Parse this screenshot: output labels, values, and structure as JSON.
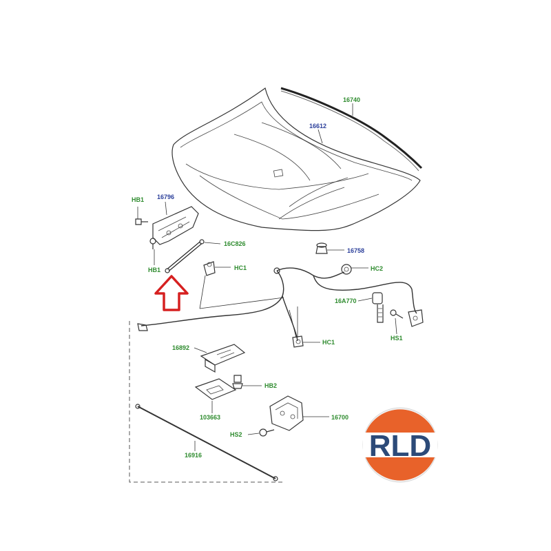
{
  "labels": {
    "hood_seal": "16740",
    "hood": "16612",
    "hood_bumper": "16758",
    "hinge": "16796",
    "hb1_top": "HB1",
    "hb1_bottom": "HB1",
    "strut": "16C826",
    "hc1_top": "HC1",
    "hc2": "HC2",
    "actuator": "16A770",
    "hs1": "HS1",
    "hc1_bottom": "HC1",
    "latch": "16892",
    "hb2": "HB2",
    "striker_plate": "103663",
    "latch_bracket": "16700",
    "hs2": "HS2",
    "release_cable": "16916"
  },
  "logo": {
    "text": "RLD",
    "color_orange": "#e8622a",
    "color_blue": "#2c4a78"
  },
  "arrow": {
    "icon": "up-arrow-icon",
    "color": "#d62020"
  },
  "colors": {
    "label_green": "#2e8b2e",
    "label_blue": "#2b3f9a"
  }
}
